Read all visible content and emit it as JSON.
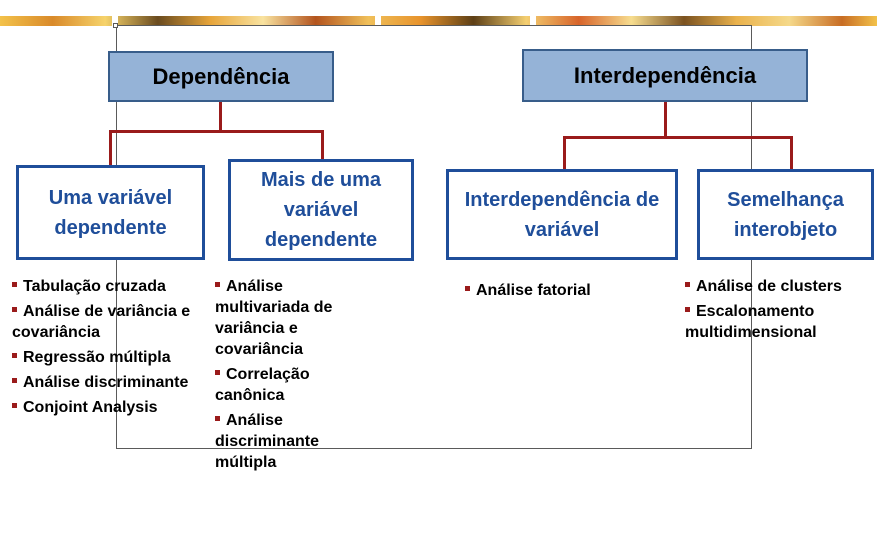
{
  "headers": {
    "dependencia": "Dependência",
    "interdependencia": "Interdependência"
  },
  "categories": {
    "uma_variavel": "Uma variável dependente",
    "mais_de_uma": "Mais de uma variável dependente",
    "interdependencia_variavel": "Interdependência de variável",
    "semelhanca": "Semelhança interobjeto"
  },
  "techniques": {
    "uma_variavel": [
      "Tabulação cruzada",
      "Análise de variância e covariância",
      "Regressão múltipla",
      "Análise discriminante",
      "Conjoint Analysis"
    ],
    "mais_de_uma": [
      "Análise multivariada de variância e covariância",
      "Correlação canônica",
      "Análise discriminante múltipla"
    ],
    "interdependencia_variavel": [
      "Análise fatorial"
    ],
    "semelhanca": [
      "Análise de clusters",
      "Escalonamento multidimensional"
    ]
  },
  "colors": {
    "header_fill": "#95b3d7",
    "category_border": "#1f4e9a",
    "connector": "#9a1b1b",
    "bullet": "#9a1b1b"
  }
}
